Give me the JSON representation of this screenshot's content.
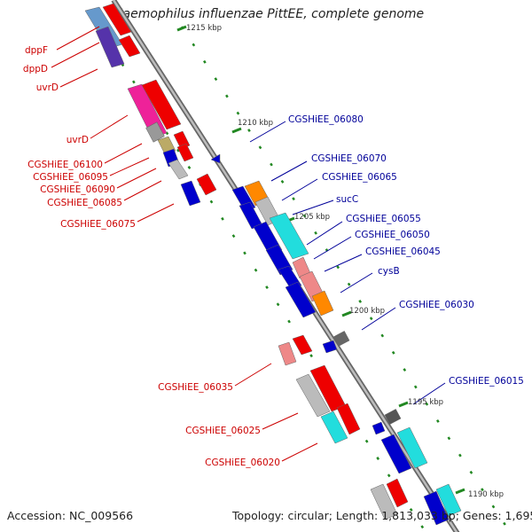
{
  "title": "Haemophilus influenzae PittEE, complete genome",
  "footer": {
    "accession": "Accession: NC_009566",
    "topology": "Topology: circular; Length: 1,813,033 bp; Genes: 1,695"
  },
  "ruler": {
    "ticks": [
      {
        "label": "1215 kbp"
      },
      {
        "label": "1210 kbp"
      },
      {
        "label": "1205 kbp"
      },
      {
        "label": "1200 kbp"
      },
      {
        "label": "1195 kbp"
      },
      {
        "label": "1190 kbp"
      }
    ]
  },
  "labels_left": [
    {
      "text": "dppF"
    },
    {
      "text": "dppD"
    },
    {
      "text": "uvrD"
    },
    {
      "text": "uvrD"
    },
    {
      "text": "CGSHiEE_06100"
    },
    {
      "text": "CGSHiEE_06095"
    },
    {
      "text": "CGSHiEE_06090"
    },
    {
      "text": "CGSHiEE_06085"
    },
    {
      "text": "CGSHiEE_06075"
    },
    {
      "text": "CGSHiEE_06035"
    },
    {
      "text": "CGSHiEE_06025"
    },
    {
      "text": "CGSHiEE_06020"
    }
  ],
  "labels_right": [
    {
      "text": "CGSHiEE_06080"
    },
    {
      "text": "CGSHiEE_06070"
    },
    {
      "text": "CGSHiEE_06065"
    },
    {
      "text": "sucC"
    },
    {
      "text": "CGSHiEE_06055"
    },
    {
      "text": "CGSHiEE_06050"
    },
    {
      "text": "CGSHiEE_06045"
    },
    {
      "text": "cysB"
    },
    {
      "text": "CGSHiEE_06030"
    },
    {
      "text": "CGSHiEE_06015"
    }
  ],
  "colors": {
    "forward_label": "#cc0000",
    "reverse_label": "#000099",
    "ruler_tick": "#228822",
    "backbone": "#888888"
  }
}
